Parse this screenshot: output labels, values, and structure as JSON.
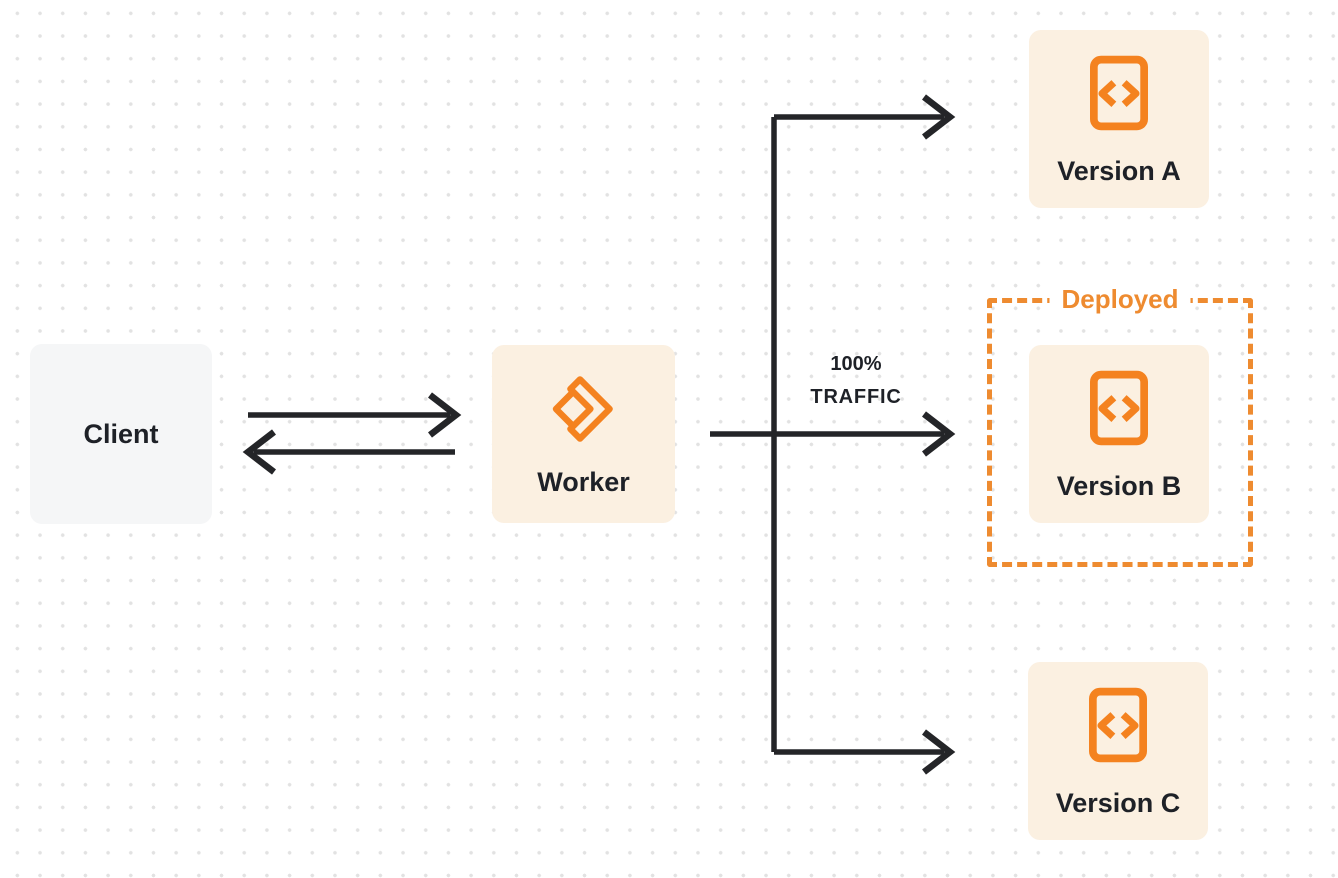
{
  "colors": {
    "accent_orange": "#F4821F",
    "deployed_orange": "#EE8B30",
    "node_cream": "#FBF0E1",
    "node_gray": "#F5F6F7",
    "arrow_dark": "#242528",
    "label_dark": "#1E2127",
    "dot_grid": "#E2E2E2",
    "background": "#FFFFFF"
  },
  "nodes": {
    "client": {
      "label": "Client"
    },
    "worker": {
      "label": "Worker",
      "icon": "workers-logo-icon"
    },
    "version_a": {
      "label": "Version A",
      "icon": "code-file-icon"
    },
    "version_b": {
      "label": "Version B",
      "icon": "code-file-icon"
    },
    "version_c": {
      "label": "Version C",
      "icon": "code-file-icon"
    }
  },
  "annotations": {
    "deployed_label": "Deployed",
    "traffic_line1": "100%",
    "traffic_line2": "TRAFFIC"
  }
}
